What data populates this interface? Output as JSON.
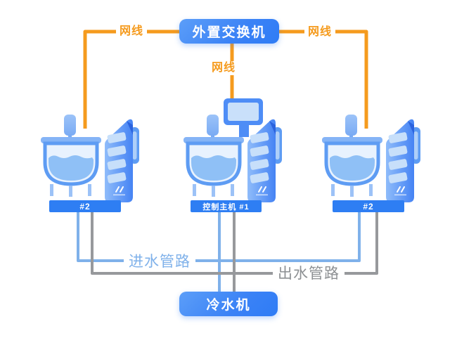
{
  "diagram": {
    "title": "chiller-network-topology",
    "switch_label": "外置交换机",
    "chiller_label": "冷水机",
    "cable_labels": {
      "left": "网线",
      "center": "网线",
      "right": "网线"
    },
    "pipe_labels": {
      "inlet": "进水管路",
      "outlet": "出水管路"
    },
    "machines": [
      {
        "label": "#2"
      },
      {
        "label": "控制主机 #1"
      },
      {
        "label": "#2"
      }
    ],
    "colors": {
      "cable_orange": "#f59b1e",
      "box_blue": "#3a82f6",
      "bar_blue": "#2e7ef3",
      "inlet_pipe_blue": "#7fb1ea",
      "outlet_pipe_gray": "#97999c",
      "machine_body_blue": "#4583f4",
      "background": "#ffffff"
    }
  }
}
